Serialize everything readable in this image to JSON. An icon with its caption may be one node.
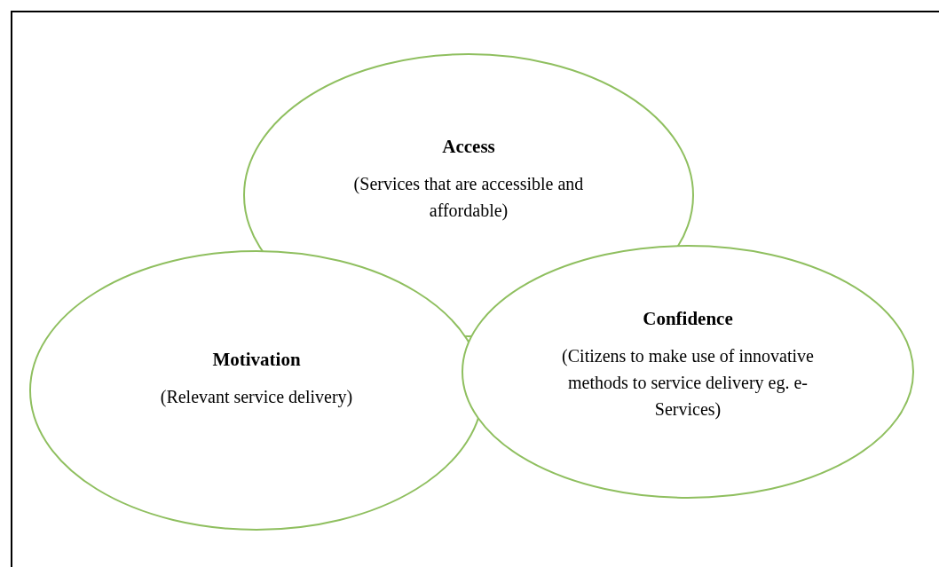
{
  "diagram": {
    "nodes": [
      {
        "text": [
          "Access",
          "(Services that are accessible and affordable)"
        ]
      },
      {
        "text": [
          "Motivation",
          "(Relevant service delivery)"
        ]
      },
      {
        "text": [
          "Confidence",
          "(Citizens to make use of innovative methods to service delivery eg. e-Services)"
        ]
      }
    ],
    "edges": []
  }
}
